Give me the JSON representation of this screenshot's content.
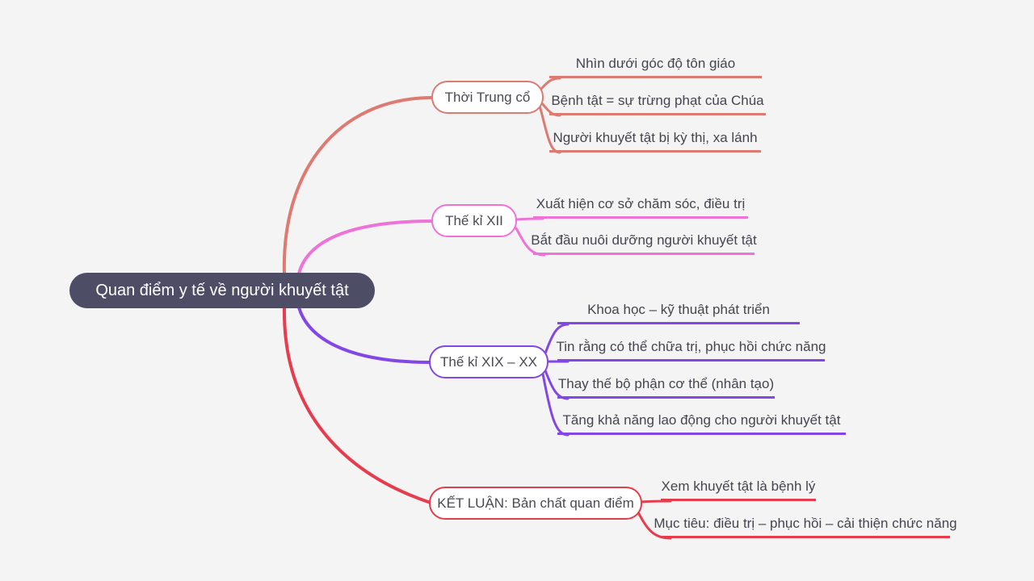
{
  "canvas": {
    "background": "#f4f4f5"
  },
  "root": {
    "label": "Quan điểm y tế về người khuyết tật",
    "bg_color": "#4d4e66",
    "text_color": "#ffffff"
  },
  "branches": [
    {
      "label": "Thời Trung cổ",
      "color": "#dd7a72",
      "children": [
        "Nhìn dưới góc độ tôn giáo",
        "Bệnh tật = sự trừng phạt của Chúa",
        "Người khuyết tật bị kỳ thị, xa lánh"
      ]
    },
    {
      "label": "Thế kỉ XII",
      "color": "#ee72d8",
      "children": [
        "Xuất hiện cơ sở chăm sóc, điều trị",
        "Bắt đầu nuôi dưỡng người khuyết tật"
      ]
    },
    {
      "label": "Thế kỉ XIX – XX",
      "color": "#8247e5",
      "children": [
        "Khoa học – kỹ thuật phát triển",
        "Tin rằng có thể chữa trị, phục hồi chức năng",
        "Thay thế bộ phận cơ thể (nhân tạo)",
        "Tăng khả năng lao động cho người khuyết tật"
      ]
    },
    {
      "label": "KẾT LUẬN: Bản chất quan điểm",
      "color": "#e63c4e",
      "children": [
        "Xem khuyết tật là bệnh lý",
        "Mục tiêu: điều trị – phục hồi – cải thiện chức năng"
      ]
    }
  ]
}
